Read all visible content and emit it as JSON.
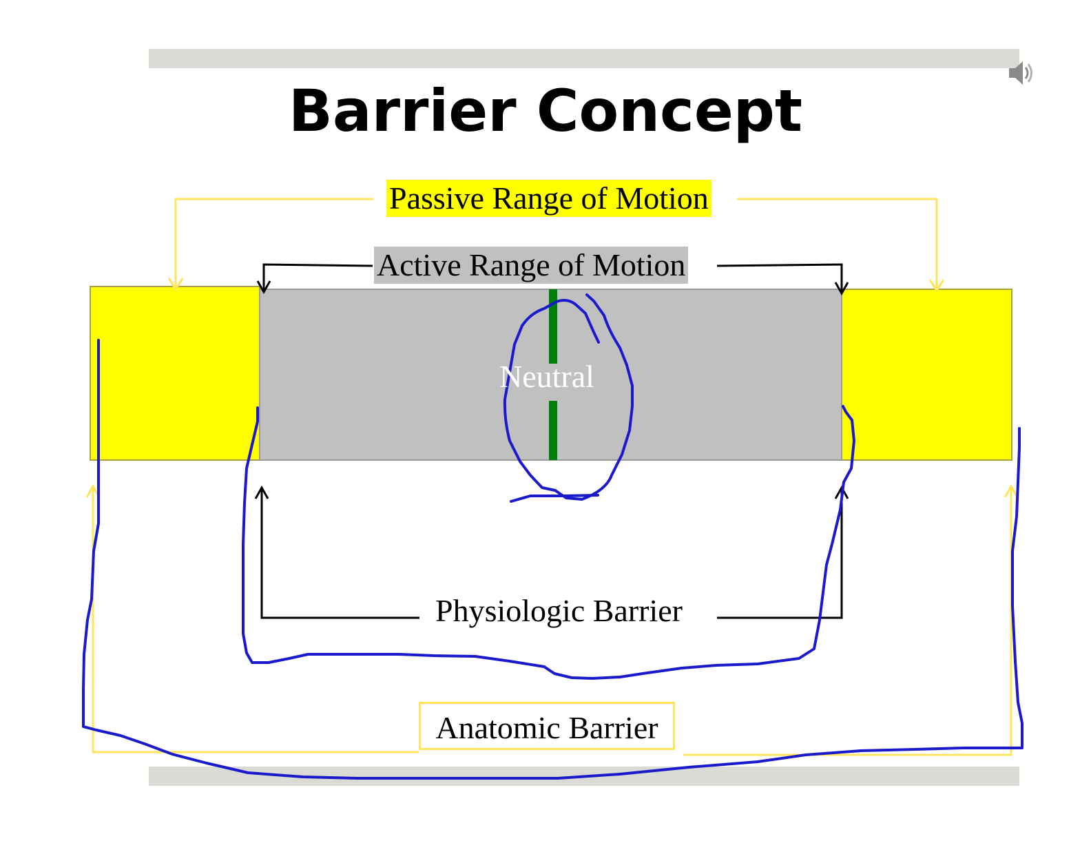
{
  "title": "Barrier Concept",
  "labels": {
    "passive": "Passive Range of Motion",
    "active": "Active Range of Motion",
    "neutral": "Neutral",
    "physiologic": "Physiologic Barrier",
    "anatomic": "Anatomic Barrier"
  },
  "icons": {
    "audio": "speaker-icon"
  },
  "colors": {
    "passive_zone": "#ffff00",
    "active_zone": "#c0c0c0",
    "neutral_line": "#00800a",
    "passive_bracket": "#ffe45c",
    "active_bracket": "#000000",
    "annotation_ink": "#1a1acc",
    "frame_bar": "#d9dbd4"
  }
}
